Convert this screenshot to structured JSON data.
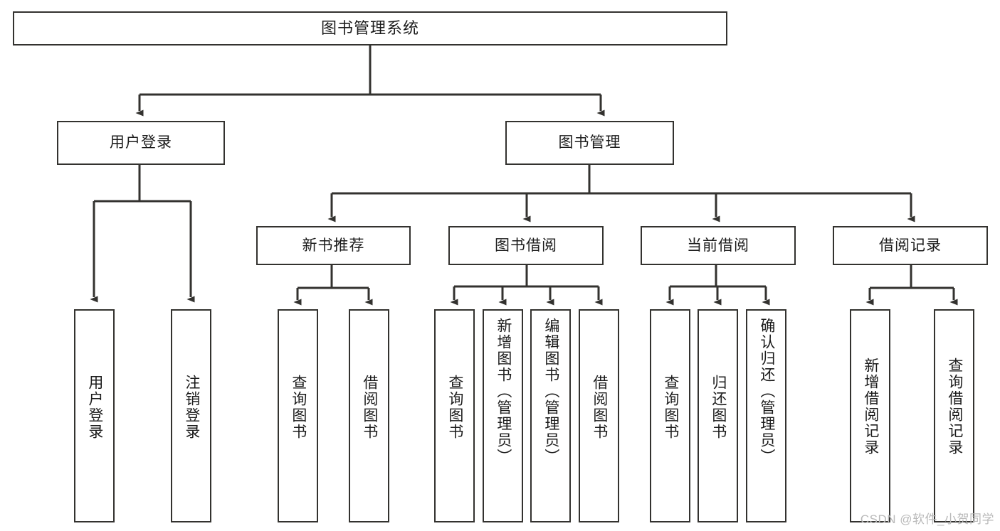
{
  "diagram": {
    "title": "图书管理系统",
    "type": "tree",
    "watermark": "CSDN @软件_小贺同学",
    "colors": {
      "stroke": "#33322f",
      "fill": "#ffffff",
      "text": "#1b1b1b",
      "watermark": "#b9b9b9"
    },
    "root": {
      "label": "图书管理系统"
    },
    "level1": [
      {
        "label": "用户登录"
      },
      {
        "label": "图书管理"
      }
    ],
    "level2": [
      {
        "label": "新书推荐"
      },
      {
        "label": "图书借阅"
      },
      {
        "label": "当前借阅"
      },
      {
        "label": "借阅记录"
      }
    ],
    "leaves": {
      "user_login": [
        {
          "label": "用户登录"
        },
        {
          "label": "注销登录"
        }
      ],
      "new_book": [
        {
          "label": "查询图书"
        },
        {
          "label": "借阅图书"
        }
      ],
      "book_borrow": [
        {
          "label": "查询图书"
        },
        {
          "label": "新增图书（管理员）"
        },
        {
          "label": "编辑图书（管理员）"
        },
        {
          "label": "借阅图书"
        }
      ],
      "current_borrow": [
        {
          "label": "查询图书"
        },
        {
          "label": "归还图书"
        },
        {
          "label": "确认归还（管理员）"
        }
      ],
      "borrow_record": [
        {
          "label": "新增借阅记录"
        },
        {
          "label": "查询借阅记录"
        }
      ]
    }
  }
}
